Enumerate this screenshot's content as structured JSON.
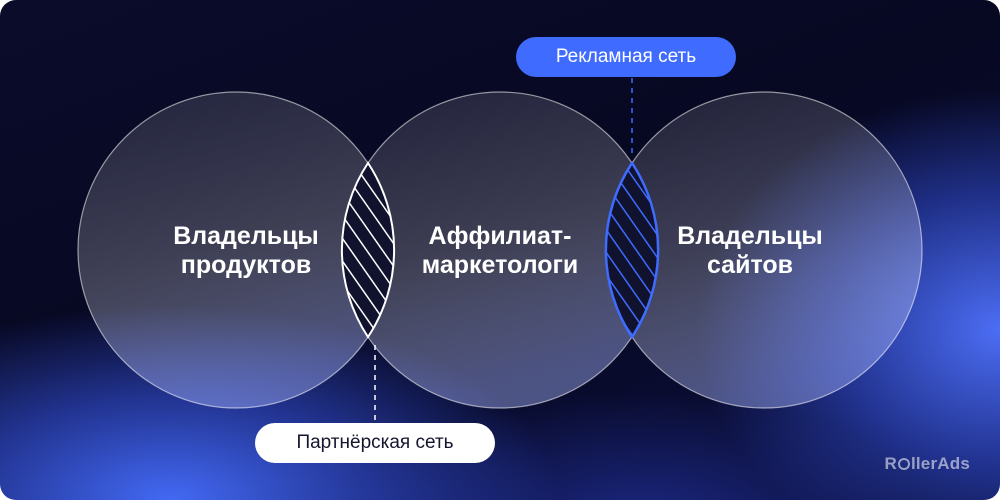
{
  "circles": [
    {
      "label_line1": "Владельцы",
      "label_line2": "продуктов"
    },
    {
      "label_line1": "Аффилиат-",
      "label_line2": "маркетологи"
    },
    {
      "label_line1": "Владельцы",
      "label_line2": "сайтов"
    }
  ],
  "intersections": {
    "partner_network": {
      "label": "Партнёрская сеть",
      "color": "#ffffff"
    },
    "ad_network": {
      "label": "Рекламная сеть",
      "color": "#3f6bff"
    }
  },
  "logo": {
    "text_before": "R",
    "text_after": "llerAds"
  }
}
